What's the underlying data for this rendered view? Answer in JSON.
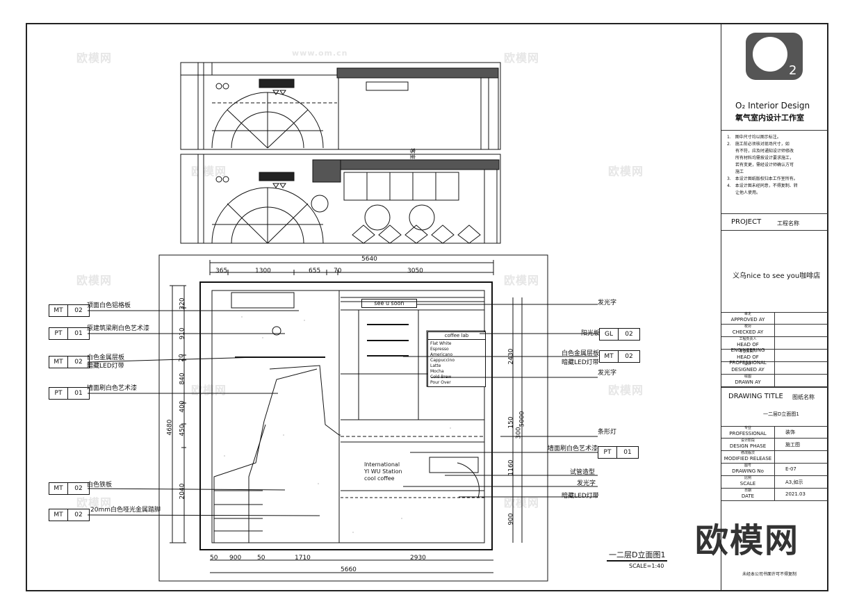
{
  "logo": {
    "mark": "O₂"
  },
  "studio": {
    "name_en": "O₂ Interior Design",
    "name_cn": "氧气室内设计工作室"
  },
  "notes": [
    "1.　图中尺寸均以图示标注。",
    "2.　施工前必须核对现场尺寸，如",
    "　　有不符，应及时通知设计师修改",
    "　　所有材料均需按设计要求施工，",
    "　　若有变更，需经设计师确认方可",
    "　　施工",
    "3.　本设计图纸版权归本工作室所有。",
    "4.　本设计图未经同意，不得复制、转",
    "　　让他人使用。"
  ],
  "project": {
    "label": "PROJECT",
    "label_cn": "工程名称",
    "name": "义乌nice to see you咖啡店"
  },
  "approvals": [
    {
      "cn": "审定",
      "en": "APPROVED AY"
    },
    {
      "cn": "校对",
      "en": "CHECKED AY"
    },
    {
      "cn": "工程负责人",
      "en": "HEAD OF ENGINEERING"
    },
    {
      "cn": "专业负责人",
      "en": "HEAD OF PROFESSIONAL"
    },
    {
      "cn": "设计",
      "en": "DESIGNED AY"
    },
    {
      "cn": "绘图",
      "en": "DRAWN AY"
    }
  ],
  "drawing_title": {
    "label": "DRAWING TITLE",
    "label_cn": "图纸名称",
    "name": "一二层D立面图1"
  },
  "info": [
    {
      "cn": "专业",
      "en": "PROFESSIONAL",
      "value": "装饰"
    },
    {
      "cn": "设计阶段",
      "en": "DESIGN PHASE",
      "value": "施工图"
    },
    {
      "cn": "修改版次",
      "en": "MODIFIED RELEASE",
      "value": ""
    },
    {
      "cn": "图号",
      "en": "DRAWING No",
      "value": "E-07"
    },
    {
      "cn": "比例",
      "en": "SCALE",
      "value": "A3,如示"
    },
    {
      "cn": "日期",
      "en": "DATE",
      "value": "2021.03"
    }
  ],
  "footer_note": "未经本公司书面许可不得复制",
  "watermark": {
    "text": "欧模网",
    "url": "www.om.cn",
    "big": "欧模网"
  },
  "elevation": {
    "title": "一二层D立面图1",
    "scale": "SCALE=1:40",
    "top_total": "5640",
    "top_dims": [
      "365",
      "1300",
      "655",
      "70",
      "3050"
    ],
    "bottom_total": "5660",
    "bottom_dims": [
      "50",
      "900",
      "50",
      "1710",
      "2930"
    ],
    "left_total": "4680",
    "left_dims": [
      "320",
      "910",
      "20",
      "840",
      "400",
      "450",
      "2040"
    ],
    "right_dims": [
      "2430",
      "5000",
      "150",
      "300",
      "1160",
      "900"
    ],
    "sign_text": "see u soon",
    "menu_title": "coffee lab",
    "menu_items": [
      "Flat White",
      "Espresso",
      "Americano",
      "Cappuccino",
      "Latte",
      "Mocha",
      "Cold Brew",
      "Pour Over"
    ],
    "wall_text": [
      "International",
      "YI WU Station",
      "cool coffee"
    ]
  },
  "callouts_left": [
    {
      "code": "MT",
      "num": "02",
      "text": "顶面白色铝格板"
    },
    {
      "code": "PT",
      "num": "01",
      "text": "原建筑梁刷白色艺术漆"
    },
    {
      "code": "MT",
      "num": "02",
      "text": "白色金属层板",
      "text2": "暗藏LED灯带"
    },
    {
      "code": "PT",
      "num": "01",
      "text": "墙面刷白色艺术漆"
    },
    {
      "code": "MT",
      "num": "02",
      "text": "白色铁板"
    },
    {
      "code": "MT",
      "num": "02",
      "text": "20mm白色哑光金属踏脚"
    }
  ],
  "callouts_right": [
    {
      "text": "发光字"
    },
    {
      "text": "阳光板",
      "code": "GL",
      "num": "02"
    },
    {
      "text": "白色金属层板",
      "text2": "暗藏LED灯带",
      "code": "MT",
      "num": "02"
    },
    {
      "text": "发光字"
    },
    {
      "text": "条形灯"
    },
    {
      "text": "墙面刷白色艺术漆",
      "code": "PT",
      "num": "01"
    },
    {
      "text": "试管造型"
    },
    {
      "text": "发光字"
    },
    {
      "text": "暗藏LED灯带"
    }
  ]
}
